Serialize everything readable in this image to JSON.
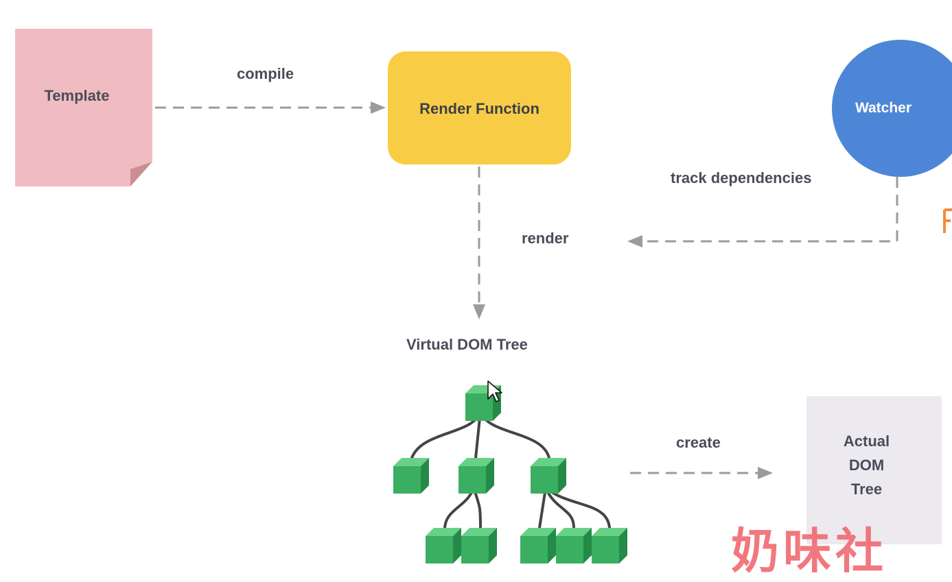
{
  "nodes": {
    "template": "Template",
    "render_function": "Render Function",
    "watcher": "Watcher",
    "virtual_dom_tree": "Virtual DOM Tree",
    "actual_dom_tree": [
      "Actual",
      "DOM",
      "Tree"
    ]
  },
  "edges": {
    "compile": "compile",
    "render": "render",
    "track_dependencies": "track dependencies",
    "create": "create"
  },
  "watermark": "奶味社",
  "colors": {
    "template": "#f0bcc1",
    "template_fold": "#c98f95",
    "render_function": "#f8cd45",
    "watcher": "#4d86d6",
    "actual_dom": "#eceaef",
    "cube_front": "#3aaf61",
    "cube_top": "#67d287",
    "cube_side": "#248a48",
    "arrow": "#9b9b9b",
    "text": "#4a4c59",
    "watermark": "#f06a71",
    "right_edge_glyph": "#f28b3c"
  },
  "icons": {
    "cursor": "mouse-pointer-icon"
  }
}
